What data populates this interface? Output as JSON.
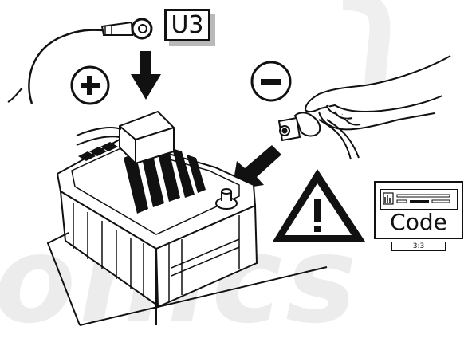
{
  "terminal_label": "U3",
  "plus_symbol": "+",
  "minus_symbol": "−",
  "code_label": "Code",
  "code_step": "3:3",
  "watermark_text": "onics"
}
